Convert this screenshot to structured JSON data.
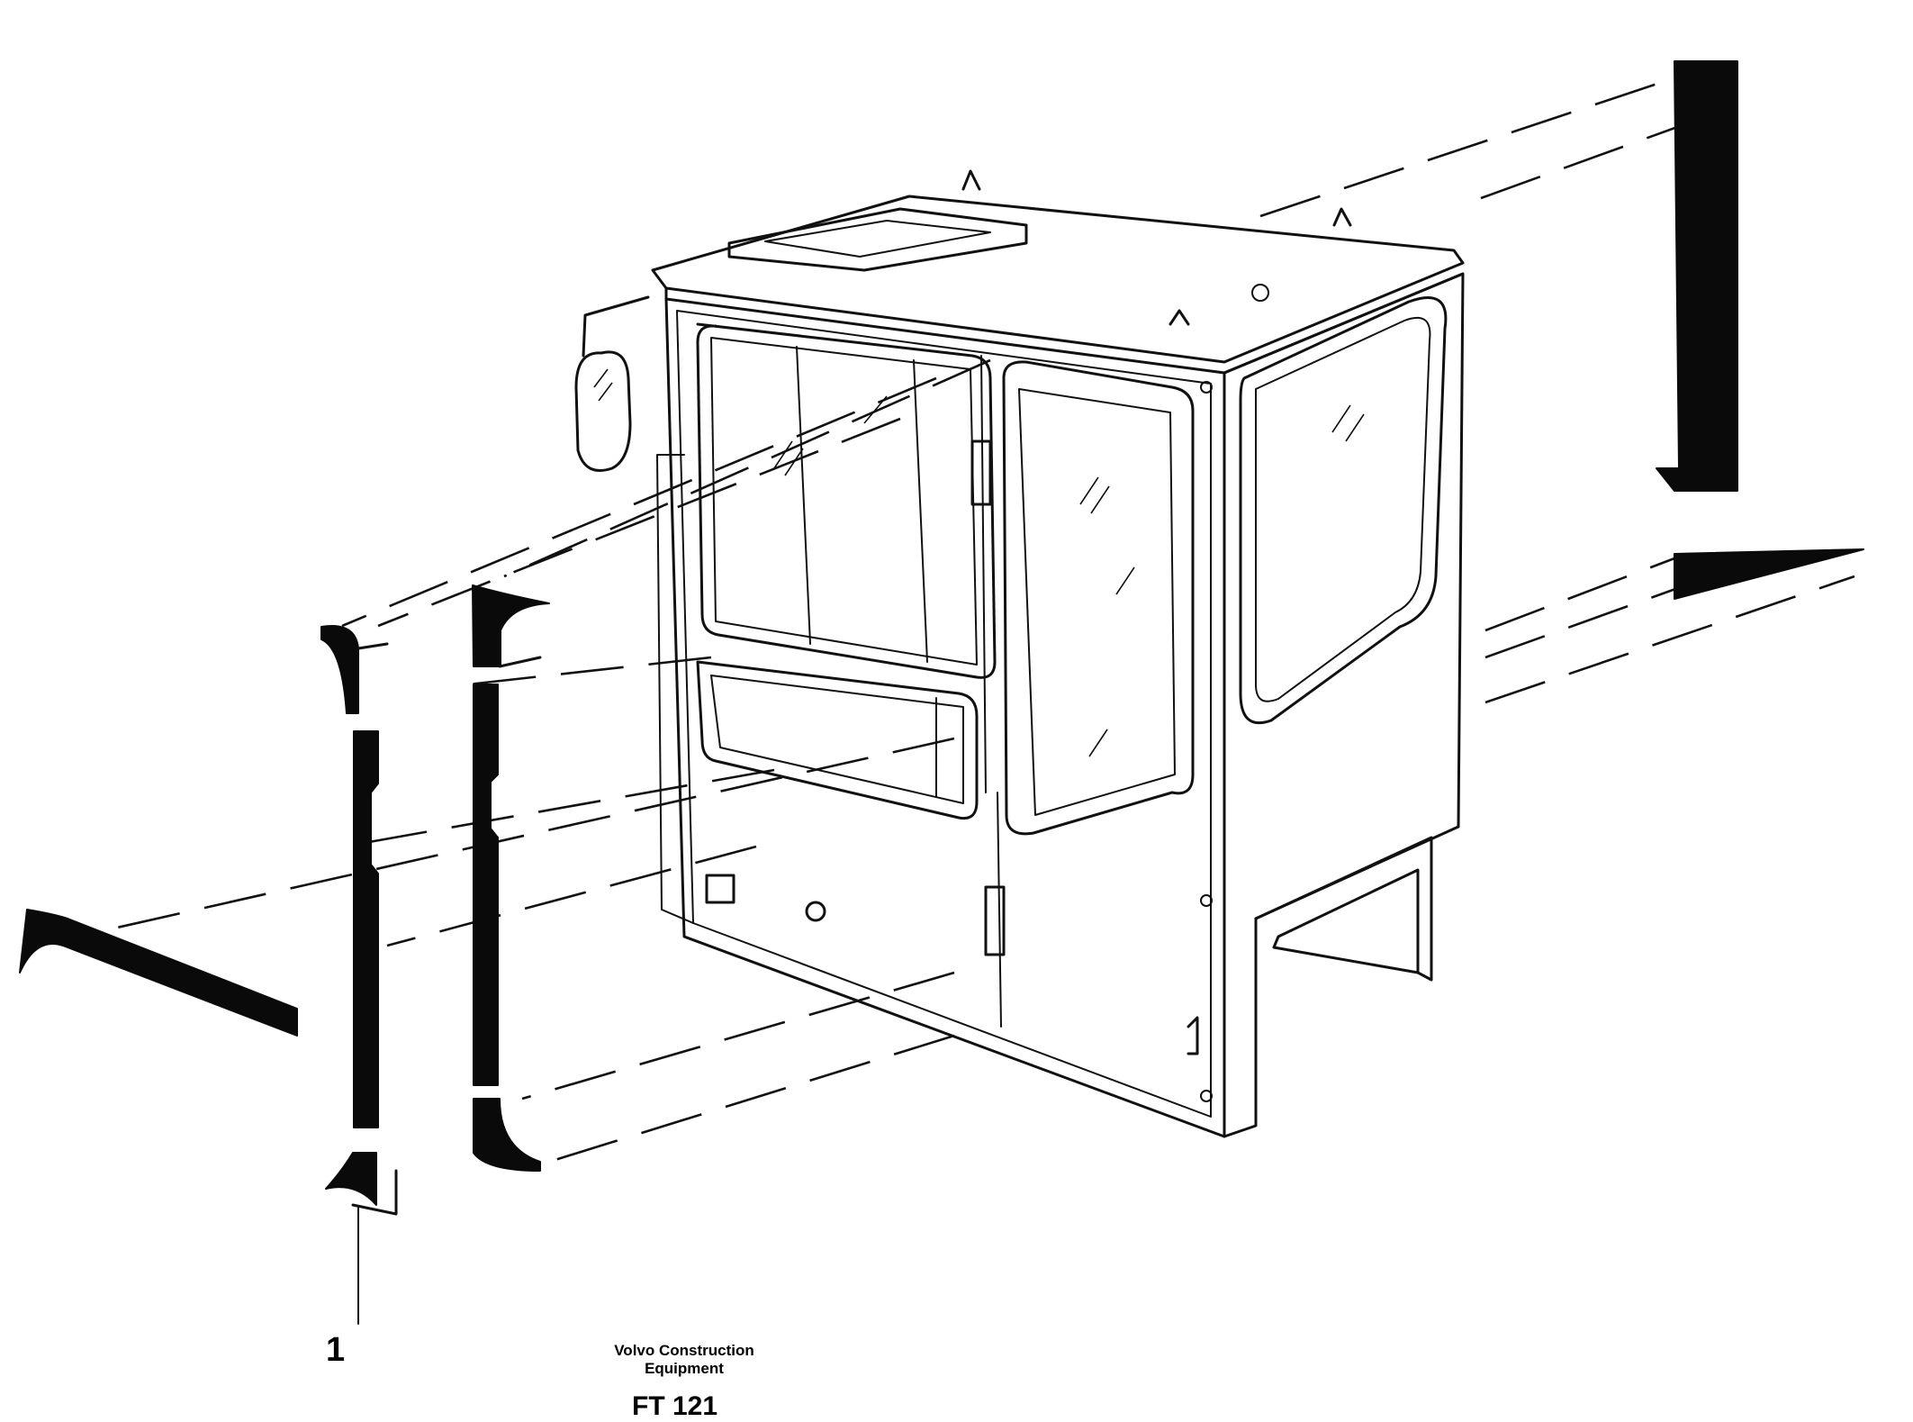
{
  "figure": {
    "part_label": "1",
    "company_line1": "Volvo Construction",
    "company_line2": "Equipment",
    "figure_code": "FT 121"
  },
  "parts": [
    {
      "id": "1",
      "description_icon": "cab-seal-strip-profile-icon"
    }
  ]
}
